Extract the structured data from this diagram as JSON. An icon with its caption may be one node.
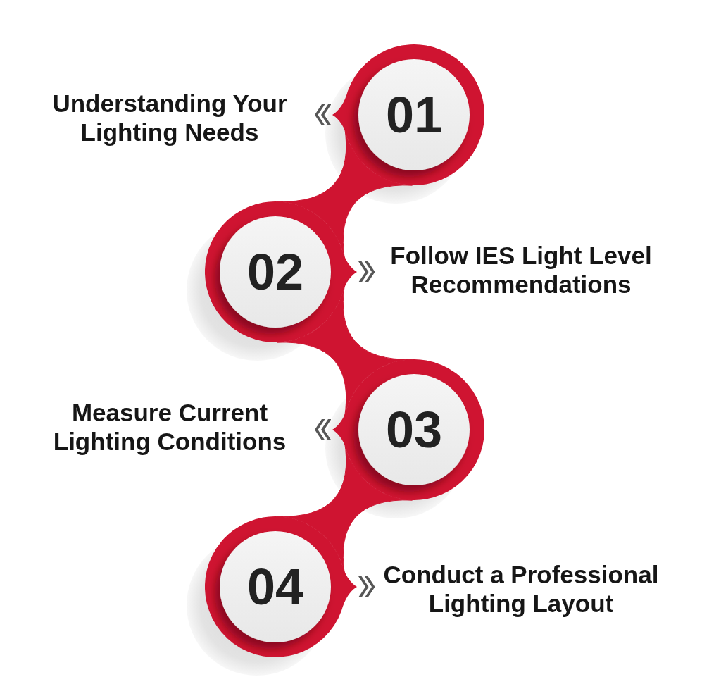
{
  "diagram": {
    "nodes": [
      {
        "text": [
          "01"
        ],
        "beside": [
          "Understanding Your Lighting Needs"
        ]
      },
      {
        "text": [
          "02"
        ],
        "beside": [
          "Follow IES Light Level Recommendations"
        ]
      },
      {
        "text": [
          "03"
        ],
        "beside": [
          "Measure Current Lighting Conditions"
        ]
      },
      {
        "text": [
          "04"
        ],
        "beside": [
          "Conduct a Professional Lighting Layout"
        ]
      }
    ],
    "edges": [
      {
        "from": 0,
        "to": 1,
        "arrow": "none"
      },
      {
        "from": 1,
        "to": 2,
        "arrow": "none"
      },
      {
        "from": 2,
        "to": 3,
        "arrow": "none"
      }
    ]
  }
}
